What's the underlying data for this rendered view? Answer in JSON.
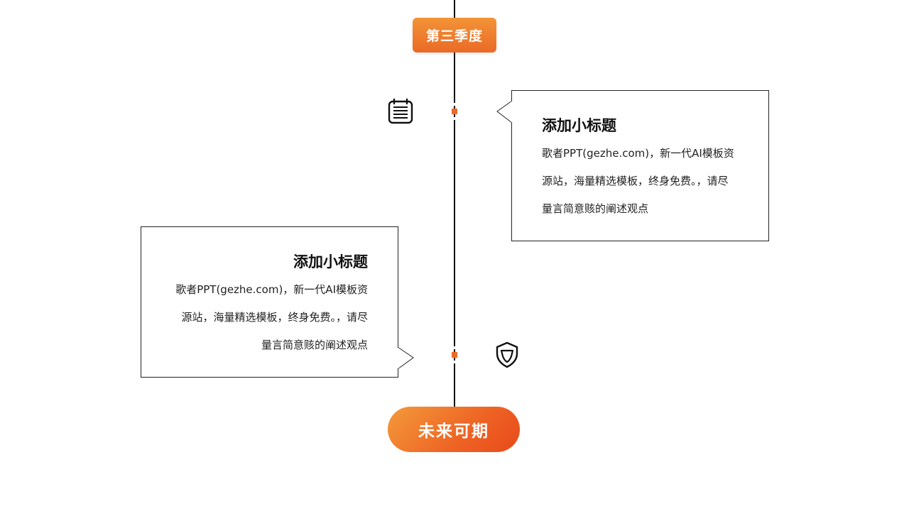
{
  "timeline": {
    "season_label": "第三季度",
    "future_label": "未来可期"
  },
  "cards": [
    {
      "title": "添加小标题",
      "lines": [
        "歌者PPT(gezhe.com)，新一代AI模板资",
        "源站，海量精选模板，终身免费。，请尽",
        "量言简意赅的阐述观点"
      ],
      "icon": "calendar-icon"
    },
    {
      "title": "添加小标题",
      "lines": [
        "歌者PPT(gezhe.com)，新一代AI模板资",
        "源站，海量精选模板，终身免费。，请尽",
        "量言简意赅的阐述观点"
      ],
      "icon": "shield-icon"
    }
  ],
  "colors": {
    "accent": "#ee6a25",
    "accent_light": "#f39437",
    "line": "#111111"
  }
}
